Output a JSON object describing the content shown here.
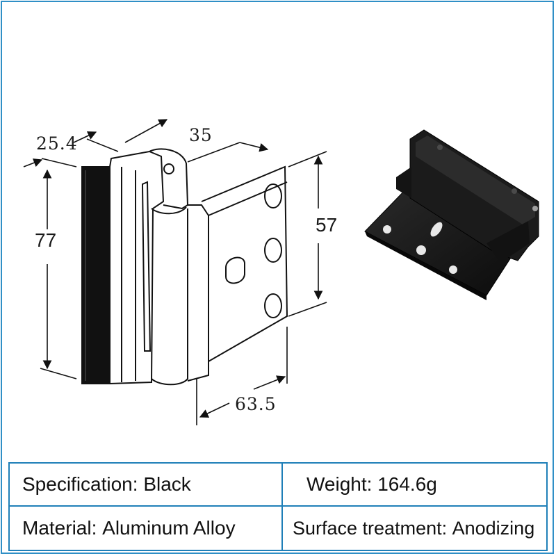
{
  "dimensions": {
    "d1": "25.4",
    "d2": "35",
    "d3": "77",
    "d4": "57",
    "d5": "63.5"
  },
  "specs": {
    "specification": {
      "label": "Specification:",
      "value": "Black"
    },
    "weight": {
      "label": "Weight:",
      "value": "164.6g"
    },
    "material": {
      "label": "Material:",
      "value": "Aluminum Alloy"
    },
    "surface": {
      "label": "Surface treatment:",
      "value": "Anodizing"
    }
  },
  "colors": {
    "border": "#1f7fb8",
    "product": "#1c1c1c"
  }
}
